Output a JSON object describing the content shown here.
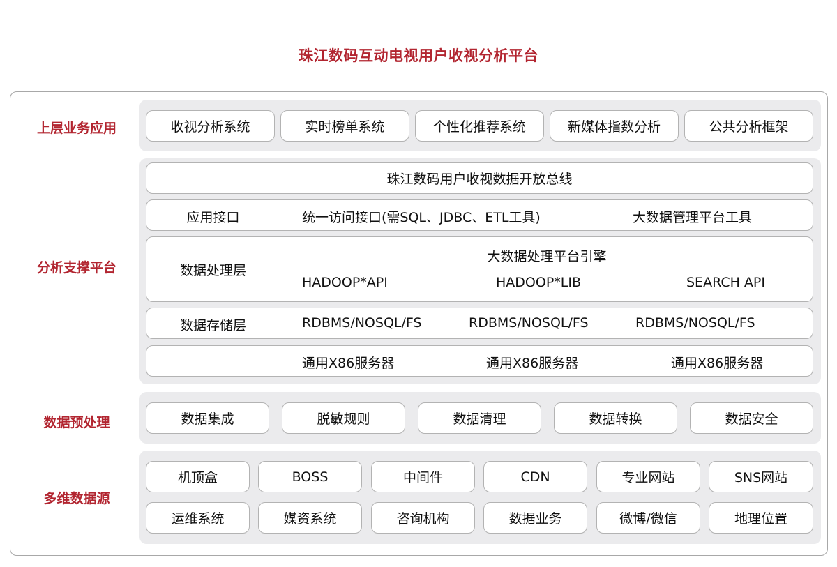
{
  "title": "珠江数码互动电视用户收视分析平台",
  "colors": {
    "accent_red": "#b22530",
    "panel_gray": "#ebebed",
    "box_border": "#b3b3b3",
    "frame_border": "#a8a8a8"
  },
  "layers": {
    "upper_apps": {
      "label": "上层业务应用",
      "items": [
        "收视分析系统",
        "实时榜单系统",
        "个性化推荐系统",
        "新媒体指数分析",
        "公共分析框架"
      ]
    },
    "analysis_platform": {
      "label": "分析支撑平台",
      "bus": "珠江数码用户收视数据开放总线",
      "app_interface": {
        "label": "应用接口",
        "items": [
          "统一访问接口(需SQL、JDBC、ETL工具)",
          "大数据管理平台工具"
        ]
      },
      "processing": {
        "label": "数据处理层",
        "engine": "大数据处理平台引擎",
        "items": [
          "HADOOP*API",
          "HADOOP*LIB",
          "SEARCH API"
        ]
      },
      "storage": {
        "label": "数据存储层",
        "items": [
          "RDBMS/NOSQL/FS",
          "RDBMS/NOSQL/FS",
          "RDBMS/NOSQL/FS"
        ]
      },
      "servers": {
        "label": "",
        "items": [
          "通用X86服务器",
          "通用X86服务器",
          "通用X86服务器"
        ]
      }
    },
    "preprocessing": {
      "label": "数据预处理",
      "items": [
        "数据集成",
        "脱敏规则",
        "数据清理",
        "数据转换",
        "数据安全"
      ]
    },
    "data_sources": {
      "label": "多维数据源",
      "row1": [
        "机顶盒",
        "BOSS",
        "中间件",
        "CDN",
        "专业网站",
        "SNS网站"
      ],
      "row2": [
        "运维系统",
        "媒资系统",
        "咨询机构",
        "数据业务",
        "微博/微信",
        "地理位置"
      ]
    }
  }
}
